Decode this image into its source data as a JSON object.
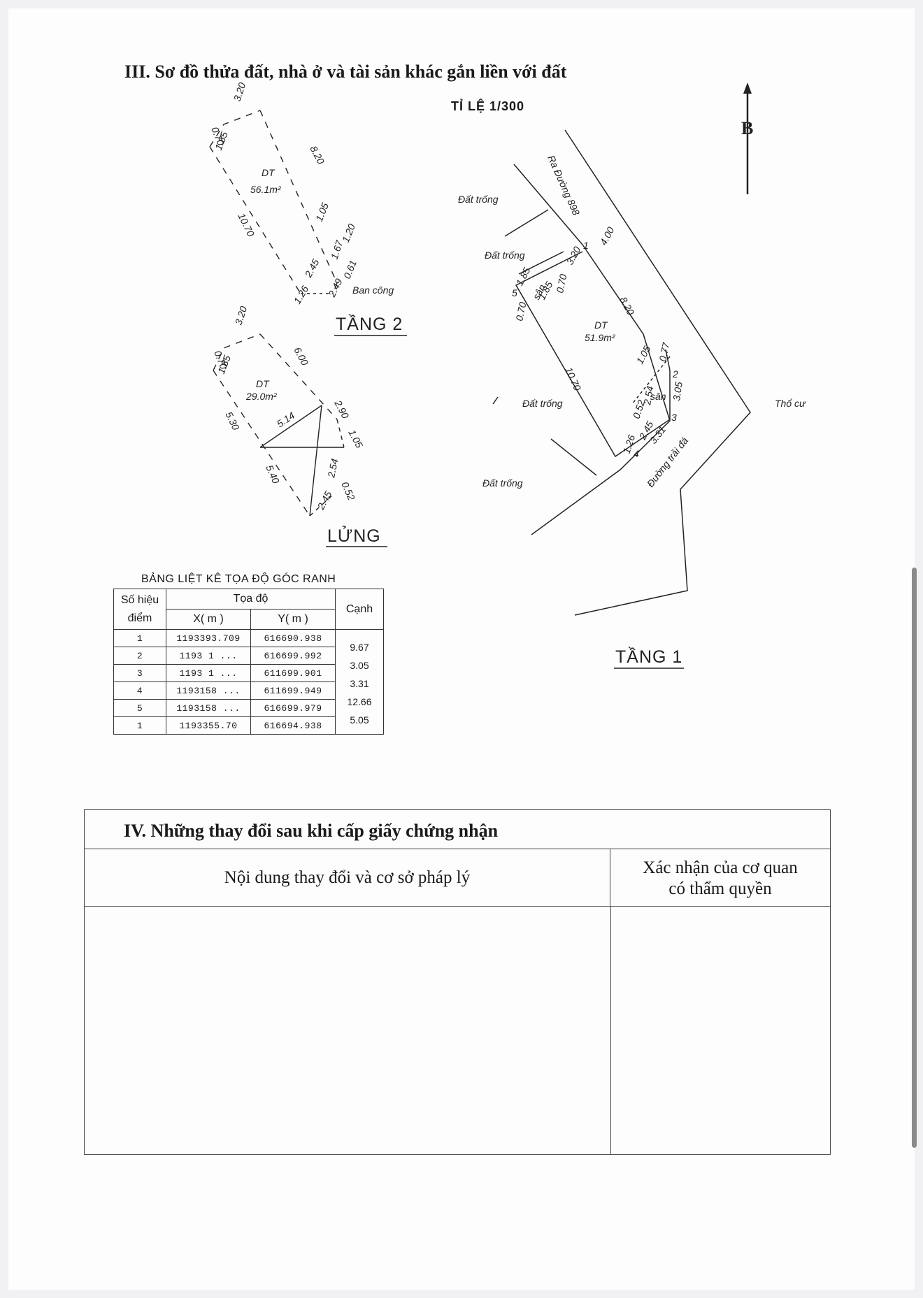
{
  "section3": {
    "title": "III. Sơ đồ thửa đất, nhà ở và tài sản khác gắn liền với đất"
  },
  "scale": "TỈ LỆ 1/300",
  "north": "B",
  "floor2": {
    "name": "TẦNG 2",
    "area_label": "DT",
    "area": "56.1m²",
    "balcony": "Ban công",
    "dims": [
      "3.20",
      "0.70",
      "1.85",
      "8.20",
      "10.70",
      "1.05",
      "1.20",
      "1.67",
      "2.45",
      "2.49",
      "0.61",
      "1.26"
    ]
  },
  "mezzanine": {
    "name": "LỬNG",
    "area_label": "DT",
    "area": "29.0m²",
    "dims": [
      "3.20",
      "0.70",
      "1.85",
      "5.30",
      "6.00",
      "5.14",
      "2.90",
      "1.05",
      "2.54",
      "5.40",
      "0.52",
      "2.45"
    ]
  },
  "floor1": {
    "name": "TẦNG 1",
    "area_label": "DT",
    "area": "51.9m²",
    "yard": "sân",
    "labels": {
      "road": "Ra Đường 898",
      "empty1": "Đất trống",
      "empty2": "Đất trống",
      "empty3": "Đất trống",
      "empty4": "Đất trống",
      "residential": "Thổ cư",
      "gravel_road": "Đường trải đá"
    },
    "dims": [
      "4.00",
      "3.20",
      "1.85",
      "0.70",
      "1.85",
      "8.20",
      "10.70",
      "1.05",
      "0.77",
      "2.54",
      "3.05",
      "0.52",
      "2.45",
      "1.26",
      "3.31",
      "0.70"
    ],
    "points": [
      "1",
      "2",
      "3",
      "4",
      "5"
    ]
  },
  "coord_table": {
    "caption": "BẢNG LIỆT KÊ TỌA ĐỘ GÓC RANH",
    "col_point": "Số hiệu điểm",
    "col_coord": "Tọa độ",
    "col_x": "X( m )",
    "col_y": "Y( m )",
    "col_edge": "Cạnh",
    "rows": [
      {
        "p": "1",
        "x": "1193393.709",
        "y": "616690.938"
      },
      {
        "p": "2",
        "x": "1193 1  ...",
        "y": "616699.992"
      },
      {
        "p": "3",
        "x": "1193 1 ...",
        "y": "611699.901"
      },
      {
        "p": "4",
        "x": "1193158 ...",
        "y": "611699.949"
      },
      {
        "p": "5",
        "x": "1193158 ...",
        "y": "616699.979"
      },
      {
        "p": "1",
        "x": "1193355.70",
        "y": "616694.938"
      }
    ],
    "edges": [
      "9.67",
      "3.05",
      "3.31",
      "12.66",
      "5.05"
    ]
  },
  "section4": {
    "title": "IV. Những thay đổi sau khi cấp giấy chứng nhận",
    "col1": "Nội dung thay đổi và cơ sở pháp lý",
    "col2_line1": "Xác nhận của cơ quan",
    "col2_line2": "có thẩm quyền"
  }
}
